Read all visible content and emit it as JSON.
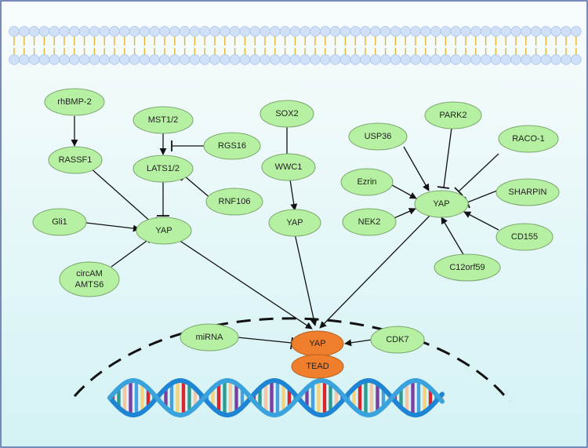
{
  "colors": {
    "background_top": "#f8fcfd",
    "background_bottom": "#d4f2f4",
    "frame": "#4a64a8",
    "membrane_head": "#cfe0f7",
    "membrane_head_edge": "#aac4ea",
    "membrane_tail": "#e8b42a",
    "node_fill": "#b6f0a2",
    "node_stroke": "#7aa66a",
    "yap_fill": "#f07f2d",
    "yap_stroke": "#b85d1b",
    "arrow": "#111111",
    "dna_strand_a": "#1e84d4",
    "dna_strand_b": "#3aa2dd",
    "dna_rungs": [
      "#d9262c",
      "#2e9b8f",
      "#f2c7a5",
      "#7b3fa0",
      "#4aa0dc",
      "#f4d27c"
    ]
  },
  "nodes": {
    "rhbmp2": "rhBMP-2",
    "rassf1": "RASSF1",
    "mst12": "MST1/2",
    "rgs16": "RGS16",
    "lats12": "LATS1/2",
    "rnf106": "RNF106",
    "gli1": "Gli1",
    "yap_left": "YAP",
    "circam": [
      "circAM",
      "AMTS6"
    ],
    "sox2": "SOX2",
    "wwc1": "WWC1",
    "yap_mid": "YAP",
    "usp36": "USP36",
    "park2": "PARK2",
    "raco1": "RACO-1",
    "ezrin": "Ezrin",
    "yap_right": "YAP",
    "sharpin": "SHARPIN",
    "nek2": "NEK2",
    "cd155": "CD155",
    "c12orf59": "C12orf59",
    "mirna": "miRNA",
    "cdk7": "CDK7",
    "yap_nucleus": "YAP",
    "tead": "TEAD"
  }
}
